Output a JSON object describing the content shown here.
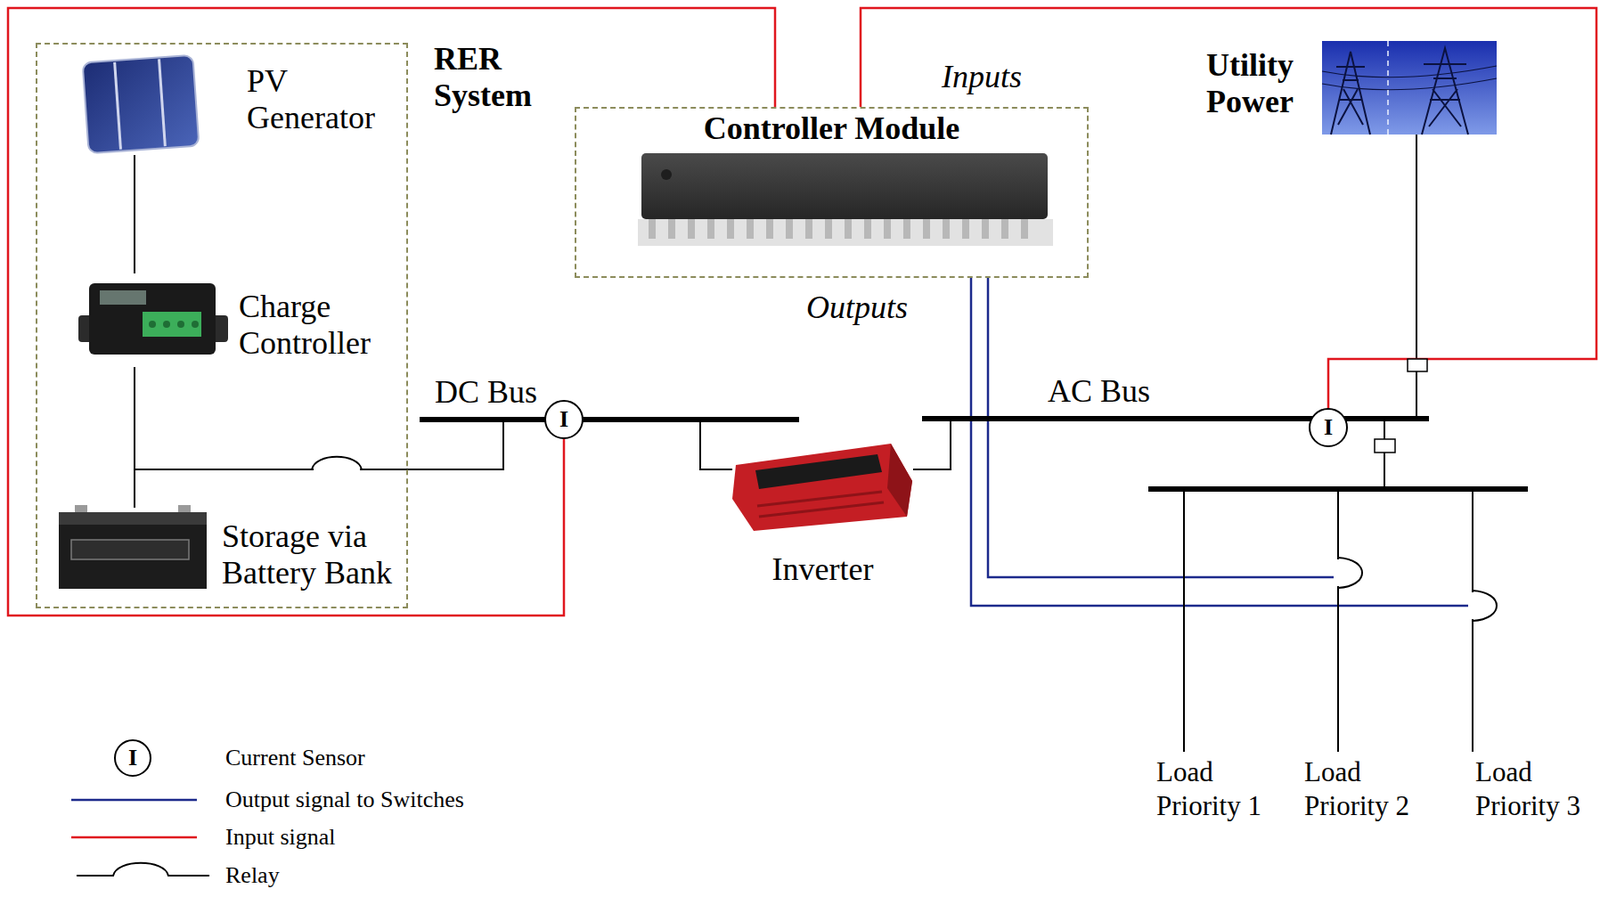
{
  "diagram": {
    "nodes": [
      {
        "text": [
          "RER System"
        ]
      },
      {
        "text": [
          "PV Generator"
        ],
        "in": 0
      },
      {
        "text": [
          "Charge Controller"
        ],
        "in": 0
      },
      {
        "text": [
          "Storage via Battery Bank"
        ],
        "in": 0
      },
      {
        "text": [
          "Controller Module"
        ]
      },
      {
        "text": [
          "Utility Power"
        ]
      },
      {
        "text": [
          "DC Bus"
        ]
      },
      {
        "text": [
          "I"
        ]
      },
      {
        "text": [
          "Inverter"
        ]
      },
      {
        "text": [
          "AC Bus"
        ]
      },
      {
        "text": [
          "I"
        ]
      },
      {
        "text": [
          "Load Priority 1"
        ]
      },
      {
        "text": [
          "Load Priority 2"
        ]
      },
      {
        "text": [
          "Load Priority 3"
        ]
      }
    ],
    "edges": [
      {
        "from": 1,
        "to": 2,
        "arrow": "none"
      },
      {
        "from": 2,
        "to": 3,
        "arrow": "none"
      },
      {
        "from": 3,
        "to": 6,
        "arrow": "none"
      },
      {
        "from": 6,
        "to": 8,
        "arrow": "none"
      },
      {
        "from": 8,
        "to": 9,
        "arrow": "none"
      },
      {
        "from": 5,
        "to": 9,
        "arrow": "none"
      },
      {
        "from": 9,
        "to": 11,
        "arrow": "none"
      },
      {
        "from": 9,
        "to": 12,
        "arrow": "none"
      },
      {
        "from": 9,
        "to": 13,
        "arrow": "none"
      },
      {
        "from": 7,
        "to": 4,
        "arrow": "none"
      },
      {
        "from": 10,
        "to": 4,
        "arrow": "none"
      }
    ],
    "labels": [
      "Inputs",
      "Outputs",
      "I"
    ],
    "legend": [
      {
        "text": "Current Sensor"
      },
      {
        "text": "Output signal to Switches"
      },
      {
        "text": "Input signal"
      },
      {
        "text": "Relay"
      }
    ]
  }
}
